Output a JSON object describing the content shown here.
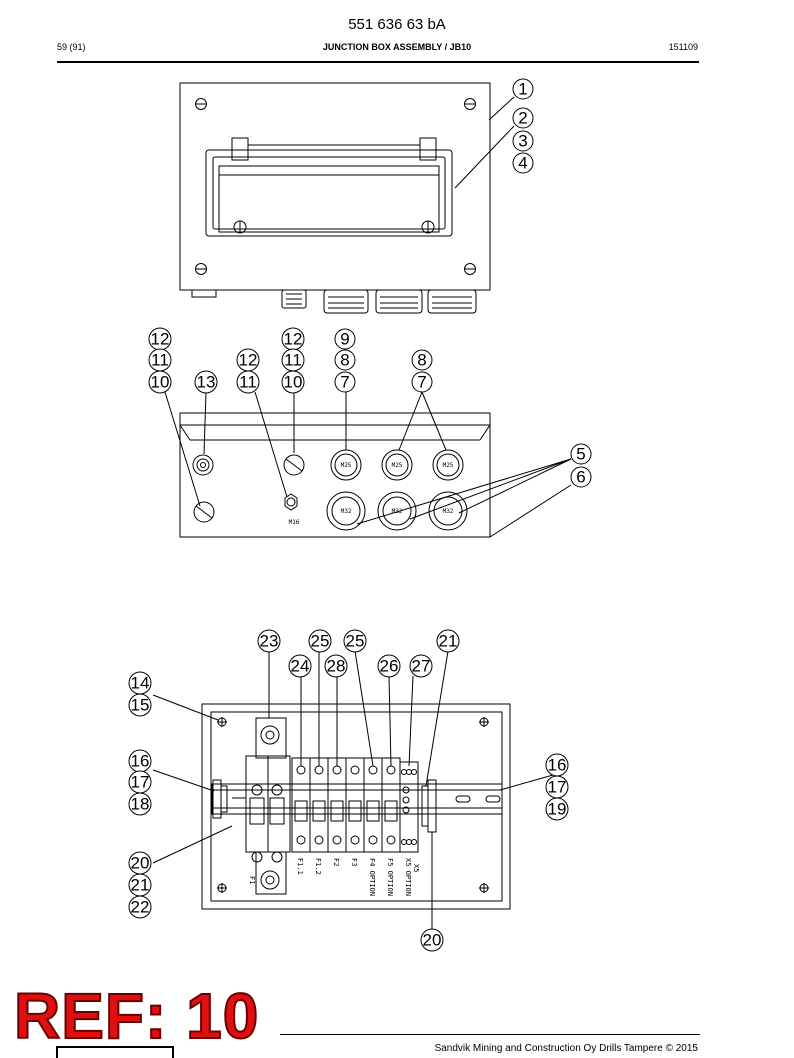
{
  "document_number": "551 636 63 bA",
  "header": {
    "page": "59 (91)",
    "section_title": "JUNCTION BOX ASSEMBLY / JB10",
    "date": "151109"
  },
  "view1": {
    "callouts": [
      "1",
      "2",
      "3",
      "4"
    ]
  },
  "view2": {
    "callouts": [
      "12",
      "11",
      "10",
      "13",
      "12",
      "11",
      "12",
      "11",
      "10",
      "9",
      "8",
      "7",
      "8",
      "7",
      "5",
      "6"
    ],
    "gland_labels": [
      "M25",
      "M25",
      "M25",
      "M32",
      "M32",
      "M32",
      "M16"
    ]
  },
  "view3": {
    "callouts": [
      "23",
      "25",
      "25",
      "21",
      "24",
      "28",
      "26",
      "27",
      "14",
      "15",
      "16",
      "17",
      "18",
      "16",
      "17",
      "19",
      "20",
      "21",
      "22",
      "20"
    ],
    "component_labels": [
      "F1",
      "F1.1",
      "F1.2",
      "F2",
      "F3",
      "F4 OPTION",
      "F5 OPTION",
      "X5 OPTION",
      "X5"
    ]
  },
  "stamp": "REF: 10",
  "footer": {
    "copyright": "Sandvik Mining and Construction Oy Drills Tampere © 2015"
  }
}
